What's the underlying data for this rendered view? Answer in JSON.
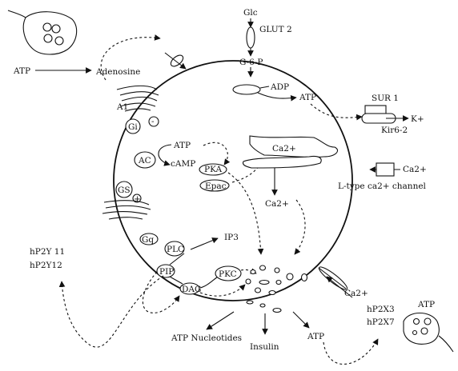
{
  "labels": {
    "glc": "Glc",
    "glut2": "GLUT 2",
    "g6p": "G-6-P",
    "adp": "ADP",
    "atp_mito": "ATP",
    "sur1": "SUR 1",
    "kplus": "K+",
    "kir": "Kir6-2",
    "ca_ext": "Ca2+",
    "ltype": "L-type ca2+ channel",
    "ca_er": "Ca2+",
    "ca_cyto": "Ca2+",
    "atp_left": "ATP",
    "adenosine": "Adenosine",
    "a1": "A1",
    "gi": "Gi",
    "minus": "-",
    "ac": "AC",
    "atp_ac": "ATP",
    "camp": "cAMP",
    "pka": "PKA",
    "epac": "Epac",
    "gs": "GS",
    "plus": "+",
    "gq": "Gq",
    "plc": "PLC",
    "ip3": "IP3",
    "pip": "PIP",
    "dag": "DAG",
    "pkc": "PKC",
    "hp2y11": "hP2Y 11",
    "hp2y12": "hP2Y12",
    "ca_p2x": "Ca2+",
    "hp2x3": "hP2X3",
    "hp2x7": "hP2X7",
    "atp_right": "ATP",
    "atp_nucleotides": "ATP Nucleotides",
    "insulin": "Insulin",
    "atp_bottom": "ATP"
  }
}
